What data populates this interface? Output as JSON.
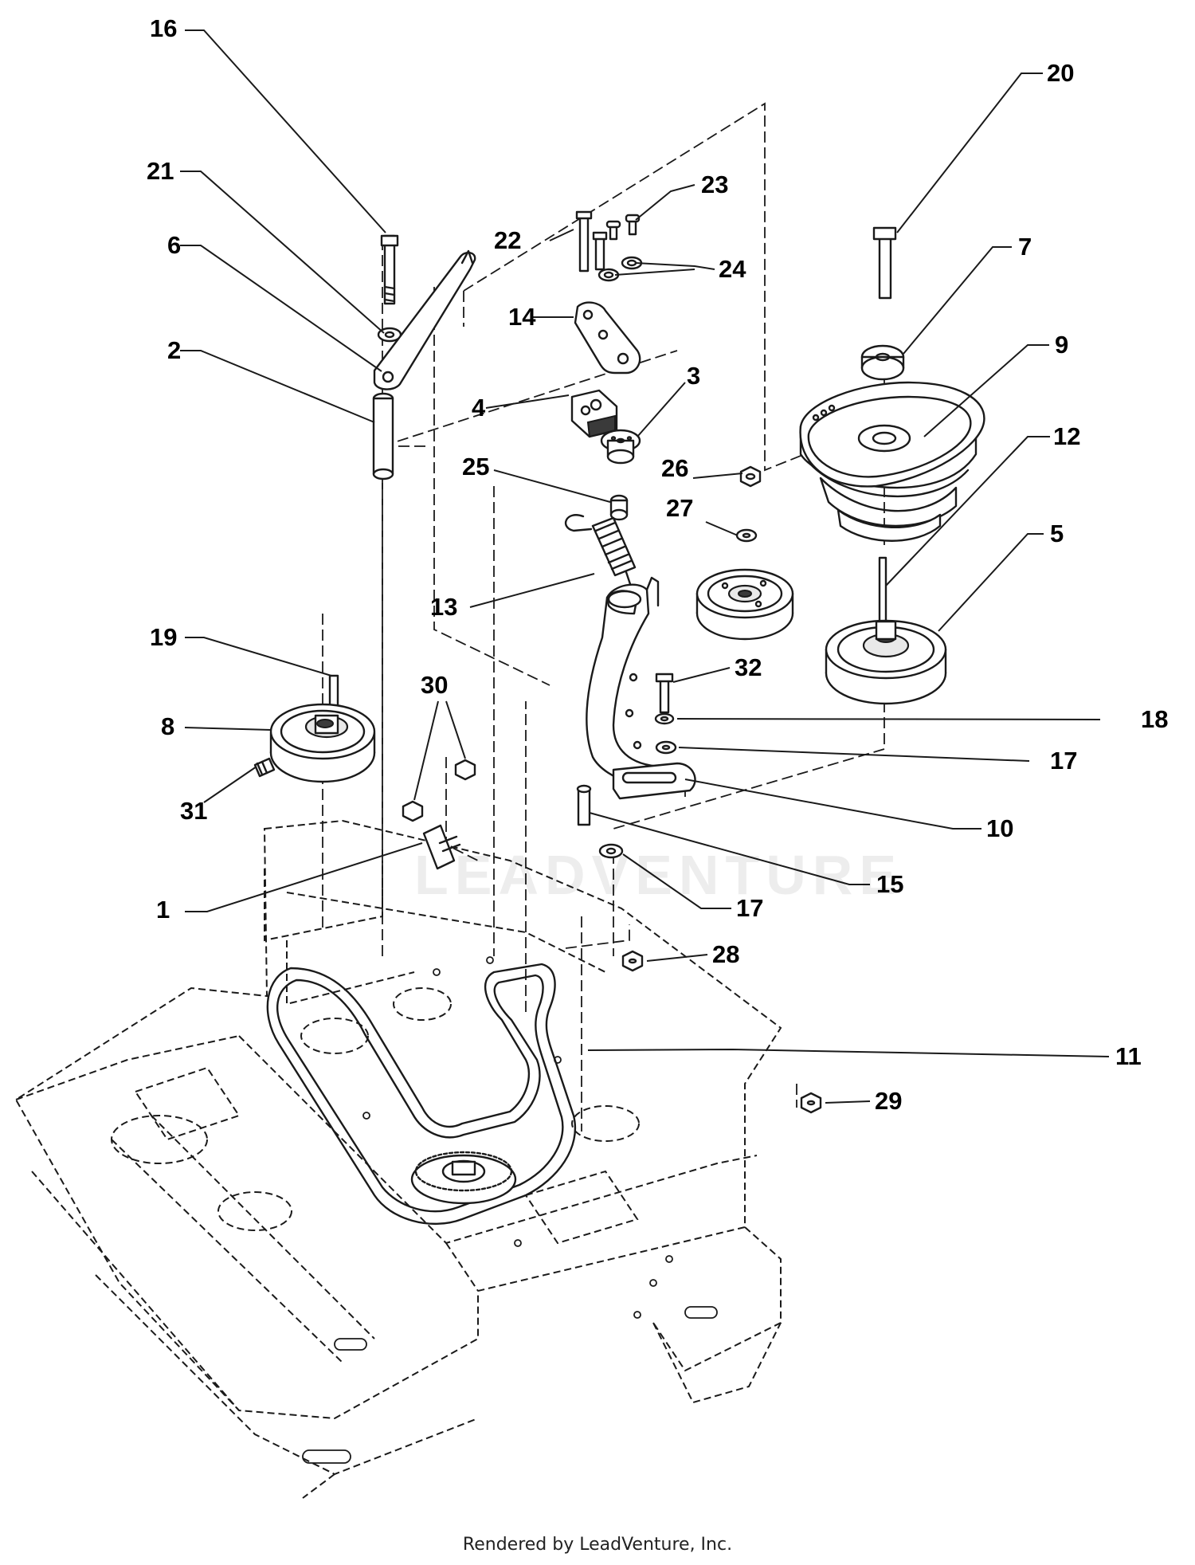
{
  "callouts": [
    {
      "id": "c1",
      "label": "1"
    },
    {
      "id": "c2",
      "label": "2"
    },
    {
      "id": "c3",
      "label": "3"
    },
    {
      "id": "c4",
      "label": "4"
    },
    {
      "id": "c5",
      "label": "5"
    },
    {
      "id": "c6",
      "label": "6"
    },
    {
      "id": "c7",
      "label": "7"
    },
    {
      "id": "c8",
      "label": "8"
    },
    {
      "id": "c9",
      "label": "9"
    },
    {
      "id": "c10",
      "label": "10"
    },
    {
      "id": "c11",
      "label": "11"
    },
    {
      "id": "c12",
      "label": "12"
    },
    {
      "id": "c13",
      "label": "13"
    },
    {
      "id": "c14",
      "label": "14"
    },
    {
      "id": "c15",
      "label": "15"
    },
    {
      "id": "c16",
      "label": "16"
    },
    {
      "id": "c17a",
      "label": "17"
    },
    {
      "id": "c17b",
      "label": "17"
    },
    {
      "id": "c18",
      "label": "18"
    },
    {
      "id": "c19",
      "label": "19"
    },
    {
      "id": "c20",
      "label": "20"
    },
    {
      "id": "c21",
      "label": "21"
    },
    {
      "id": "c22",
      "label": "22"
    },
    {
      "id": "c23",
      "label": "23"
    },
    {
      "id": "c24",
      "label": "24"
    },
    {
      "id": "c25",
      "label": "25"
    },
    {
      "id": "c26",
      "label": "26"
    },
    {
      "id": "c27",
      "label": "27"
    },
    {
      "id": "c28",
      "label": "28"
    },
    {
      "id": "c29",
      "label": "29"
    },
    {
      "id": "c30",
      "label": "30"
    },
    {
      "id": "c31",
      "label": "31"
    },
    {
      "id": "c32",
      "label": "32"
    }
  ],
  "watermark": "LEADVENTURE",
  "footer": {
    "credit": "Rendered by LeadVenture, Inc."
  }
}
